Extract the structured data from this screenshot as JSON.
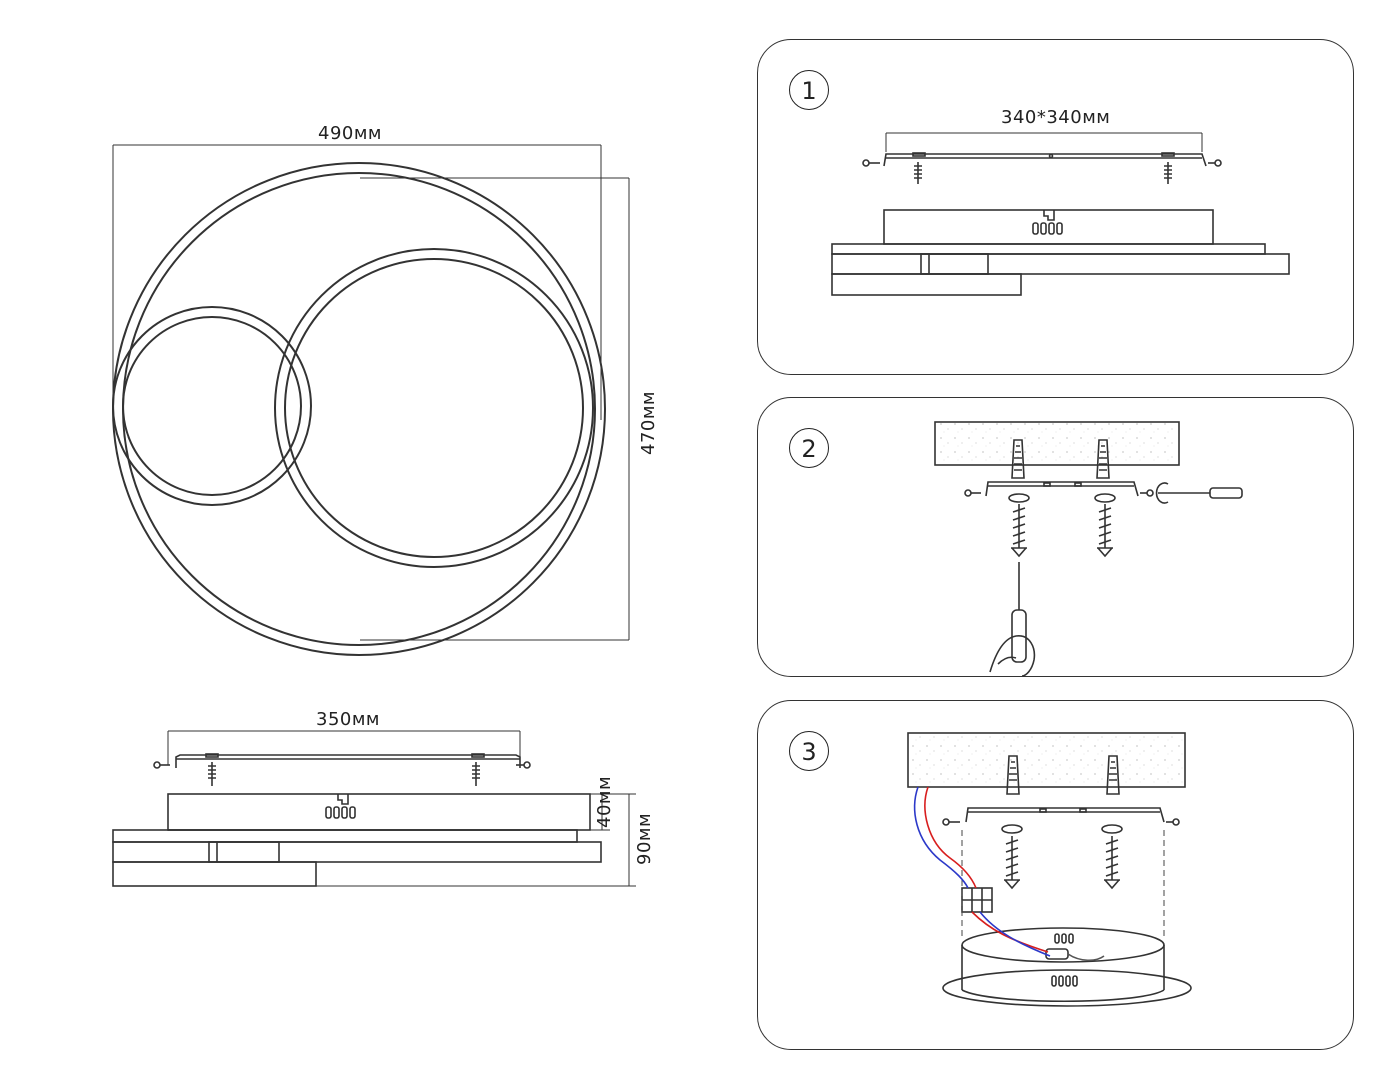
{
  "dimensions": {
    "top_width": "490мм",
    "top_height": "470мм",
    "bottom_bracket_width": "350мм",
    "bottom_body_height": "40мм",
    "bottom_total_height": "90мм"
  },
  "steps": [
    {
      "number": "1",
      "dimension_label": "340*340мм"
    },
    {
      "number": "2"
    },
    {
      "number": "3"
    }
  ],
  "colors": {
    "stroke": "#333333",
    "wire_red": "#d81e1e",
    "wire_blue": "#2c39c9"
  }
}
